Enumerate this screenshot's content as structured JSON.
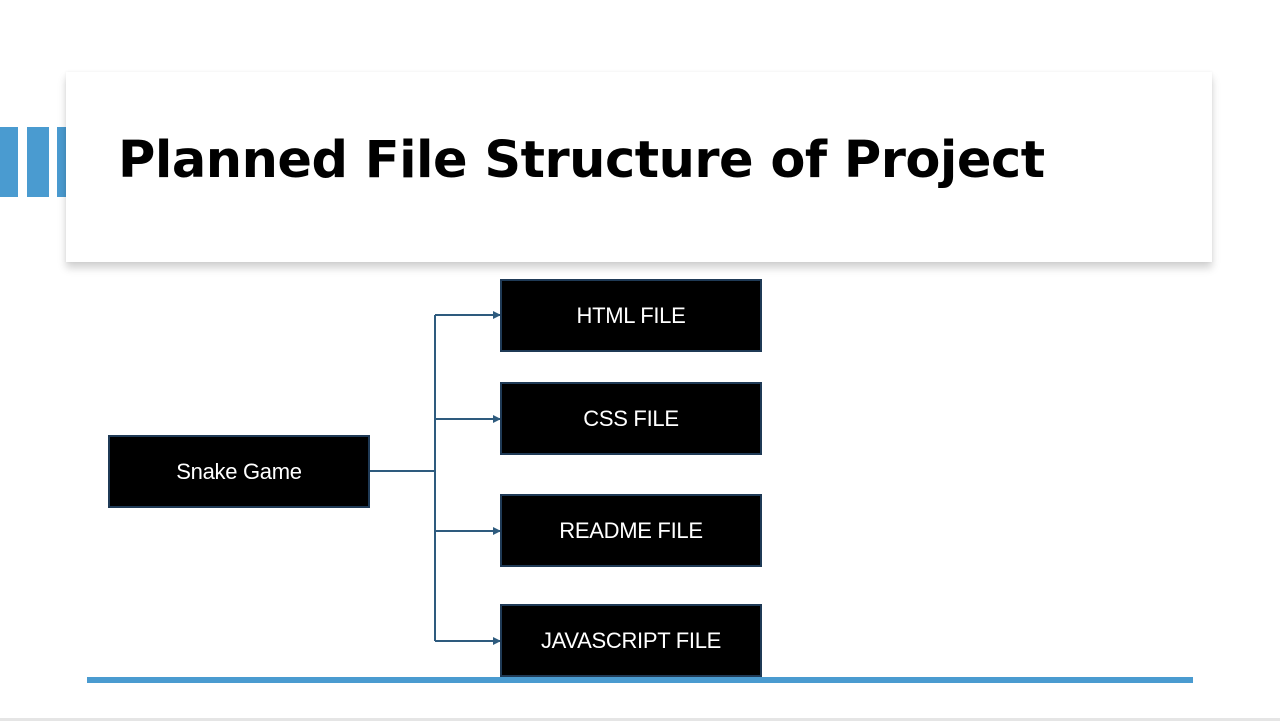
{
  "slide": {
    "title": "Planned File Structure of Project"
  },
  "diagram": {
    "root": {
      "label": "Snake Game"
    },
    "children": [
      {
        "label": "HTML FILE"
      },
      {
        "label": "CSS FILE"
      },
      {
        "label": "README FILE"
      },
      {
        "label": "JAVASCRIPT FILE"
      }
    ]
  },
  "colors": {
    "accent": "#4a9bd0",
    "node_fill": "#000000",
    "node_border": "#1f3a56",
    "connector": "#2e5b7e"
  }
}
